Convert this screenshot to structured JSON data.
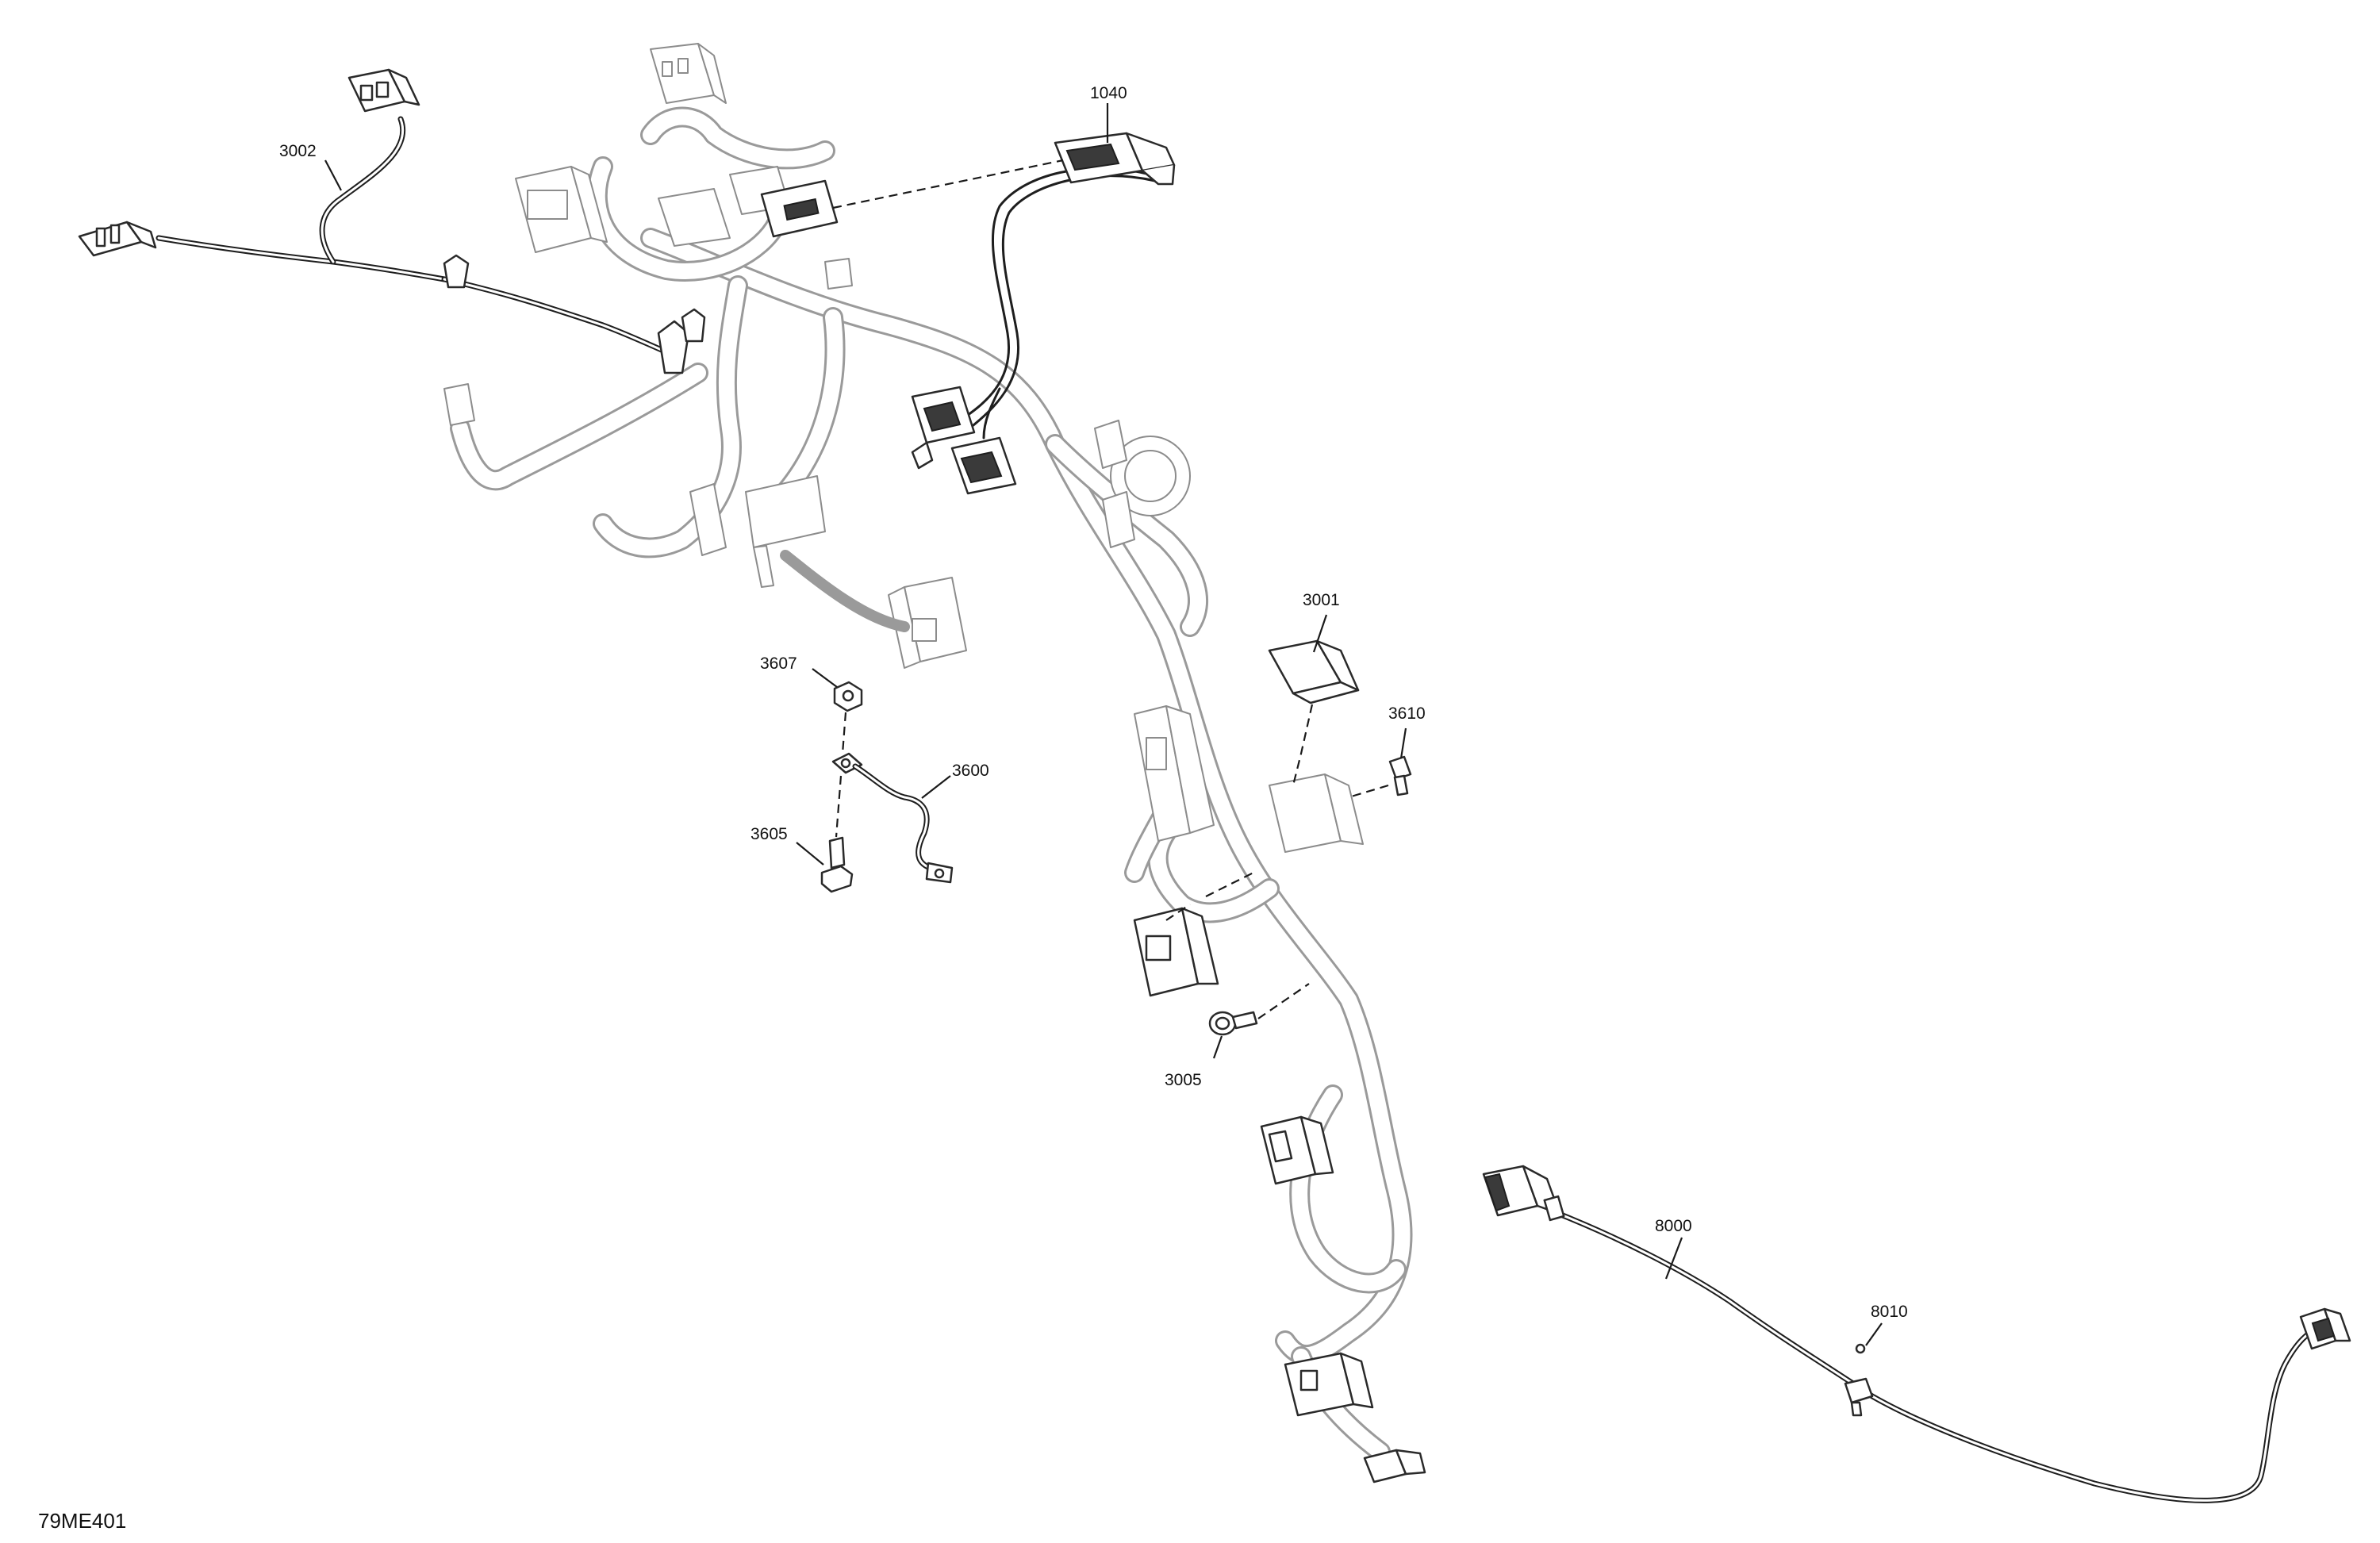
{
  "callouts": {
    "c1040": "1040",
    "c3002": "3002",
    "c3001": "3001",
    "c3610": "3610",
    "c3607": "3607",
    "c3600": "3600",
    "c3605": "3605",
    "c3005": "3005",
    "c8000": "8000",
    "c8010": "8010"
  },
  "figure_ref": "79ME401",
  "colors": {
    "line": "#1e1e1e",
    "harness_gray": "#9a9a9a",
    "background": "#ffffff"
  }
}
